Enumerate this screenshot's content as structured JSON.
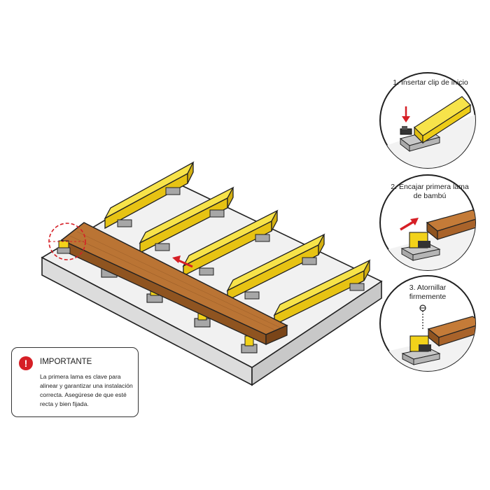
{
  "steps": [
    {
      "label": "1. Insertar clip de inicio"
    },
    {
      "label": "2. Encajar primera lama de bambú"
    },
    {
      "label": "3. Atornillar firmemente"
    }
  ],
  "notice": {
    "title": "IMPORTANTE",
    "icon": "exclamation-icon",
    "text": "La primera lama es clave para alinear y garantizar una instalación correcta. Asegúrese de que esté recta y bien fijada."
  },
  "colors": {
    "joist": "#f2d21a",
    "board": "#b86e30",
    "slab": "#f0f0f0",
    "arrow": "#d61f26",
    "support": "#9a9a9a"
  }
}
